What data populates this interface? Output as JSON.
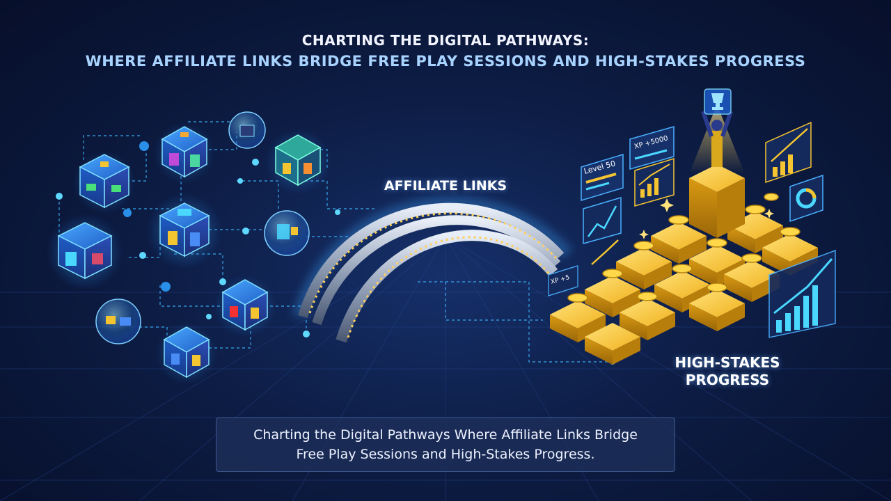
{
  "header": {
    "title_line1": "CHARTING THE DIGITAL PATHWAYS:",
    "title_line2": "WHERE AFFILIATE LINKS BRIDGE FREE PLAY SESSIONS AND HIGH-STAKES PROGRESS"
  },
  "labels": {
    "affiliate_links": "AFFILIATE LINKS",
    "high_stakes_line1": "HIGH-STAKES",
    "high_stakes_line2": "PROGRESS"
  },
  "panels": {
    "level": "Level 50",
    "xp_top": "XP +5000",
    "xp_small": "XP +5"
  },
  "caption": {
    "line1": "Charting the Digital Pathways Where Affiliate Links Bridge",
    "line2": "Free Play Sessions and High-Stakes Progress."
  },
  "icons": {
    "game_cube": "game-cube-icon",
    "bubble": "game-bubble-icon",
    "bridge": "bridge-icon",
    "coin": "gold-coin-icon",
    "trophy": "trophy-icon",
    "growth_chart": "growth-chart-icon"
  },
  "colors": {
    "background": "#0d1d45",
    "neon_cyan": "#3fd0ff",
    "gold": "#f5c531",
    "caption_border": "#3e5890"
  }
}
